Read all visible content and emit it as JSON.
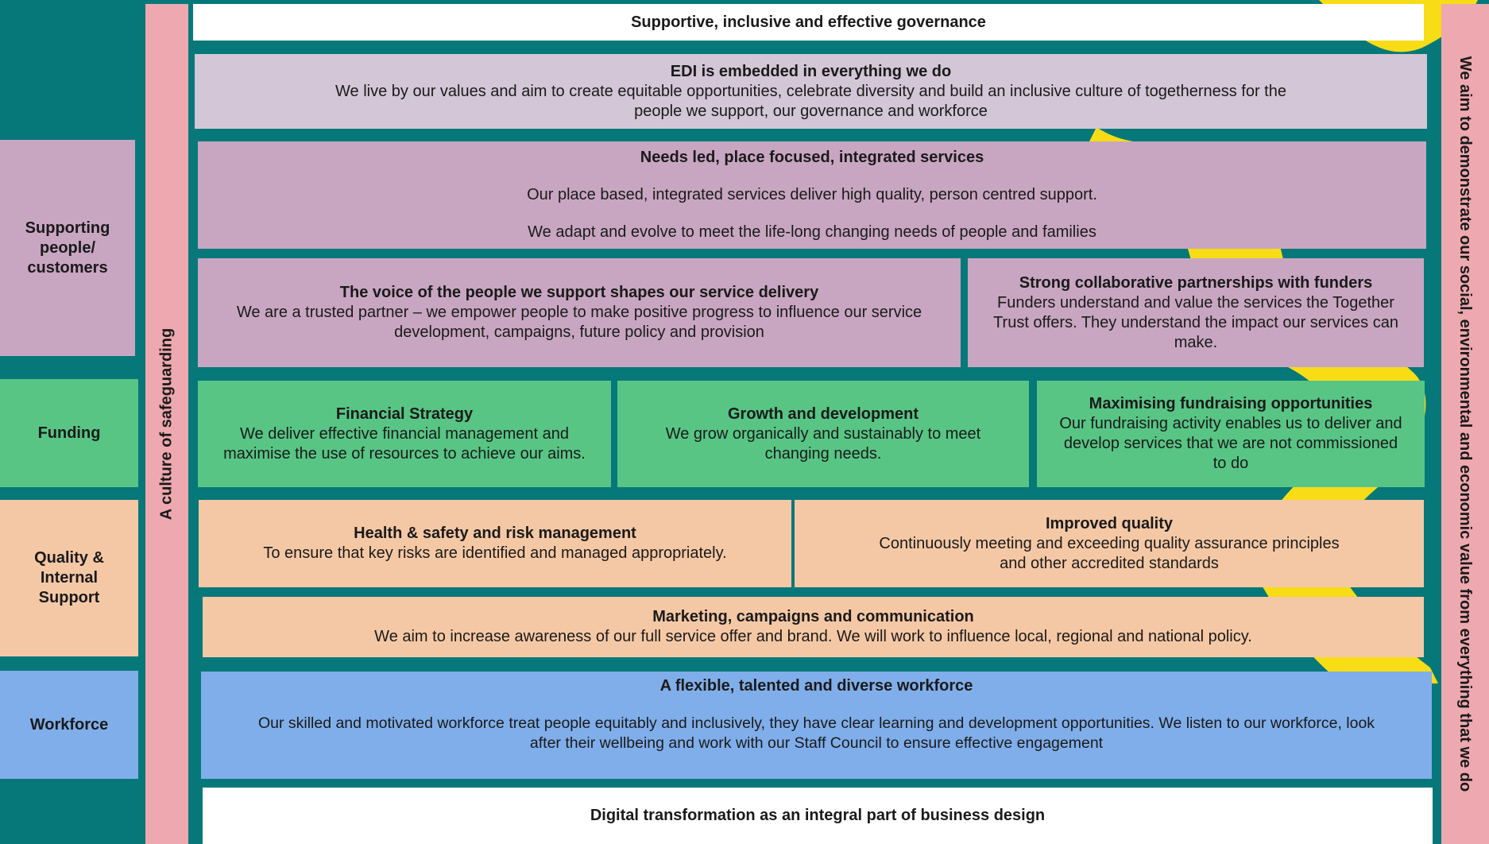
{
  "colors": {
    "background": "#06787a",
    "accent_yellow": "#f7dc16",
    "edi": "#d3c6d6",
    "supporting": "#c8a6c1",
    "funding": "#58c585",
    "quality": "#f5c8a5",
    "workforce": "#80aeea",
    "side_bars": "#eea8b0",
    "governance": "#ffffff"
  },
  "side_labels": {
    "supporting": "Supporting people/ customers",
    "funding": "Funding",
    "quality": "Quality & Internal Support",
    "workforce": "Workforce"
  },
  "left_bar": "A culture of safeguarding",
  "right_bar": "We aim to demonstrate our social, environmental and economic value from everything that we do",
  "governance": "Supportive, inclusive and effective governance",
  "edi": {
    "title": "EDI is embedded in everything we do",
    "line1": "We live by our values and aim to create equitable opportunities, celebrate diversity and build an inclusive culture of togetherness for the",
    "line2": "people we support, our governance and workforce"
  },
  "needs": {
    "title": "Needs led, place focused, integrated services",
    "line1": "Our place based, integrated services deliver high quality, person centred support.",
    "line2": "We adapt and evolve to meet the life-long changing needs of people and families"
  },
  "voice": {
    "title": "The voice of the people we support shapes our service delivery",
    "line1": "We are a trusted partner – we empower people to make positive progress to influence our service",
    "line2": "development, campaigns, future policy and provision"
  },
  "partnerships": {
    "title": "Strong collaborative partnerships with funders",
    "line1": "Funders understand and value the services the Together",
    "line2": "Trust offers. They understand the impact our services can",
    "line3": "make."
  },
  "financial": {
    "title": "Financial Strategy",
    "line1": "We deliver effective financial management and",
    "line2": "maximise the use of resources to achieve our aims."
  },
  "growth": {
    "title": "Growth and development",
    "line1": "We grow organically and sustainably to meet",
    "line2": "changing needs."
  },
  "fundraising": {
    "title": "Maximising fundraising opportunities",
    "line1": "Our fundraising activity enables us to deliver and",
    "line2": "develop services that we are not commissioned",
    "line3": "to do"
  },
  "health": {
    "title": "Health & safety and risk management",
    "line1": "To ensure that key risks are identified and managed appropriately."
  },
  "quality_box": {
    "title": "Improved quality",
    "line1": "Continuously meeting and exceeding quality assurance principles",
    "line2": "and other accredited standards"
  },
  "marketing": {
    "title": "Marketing, campaigns and communication",
    "line1": "We aim to increase awareness of our full service offer and brand. We will work to influence local, regional and national policy."
  },
  "workforce_box": {
    "title": "A flexible, talented and diverse workforce",
    "line1": "Our skilled and motivated workforce treat people equitably and inclusively, they have clear learning and development opportunities. We listen to our workforce, look",
    "line2": "after their wellbeing and work with our Staff Council to ensure effective engagement"
  },
  "digital": "Digital transformation as an integral part of business design"
}
